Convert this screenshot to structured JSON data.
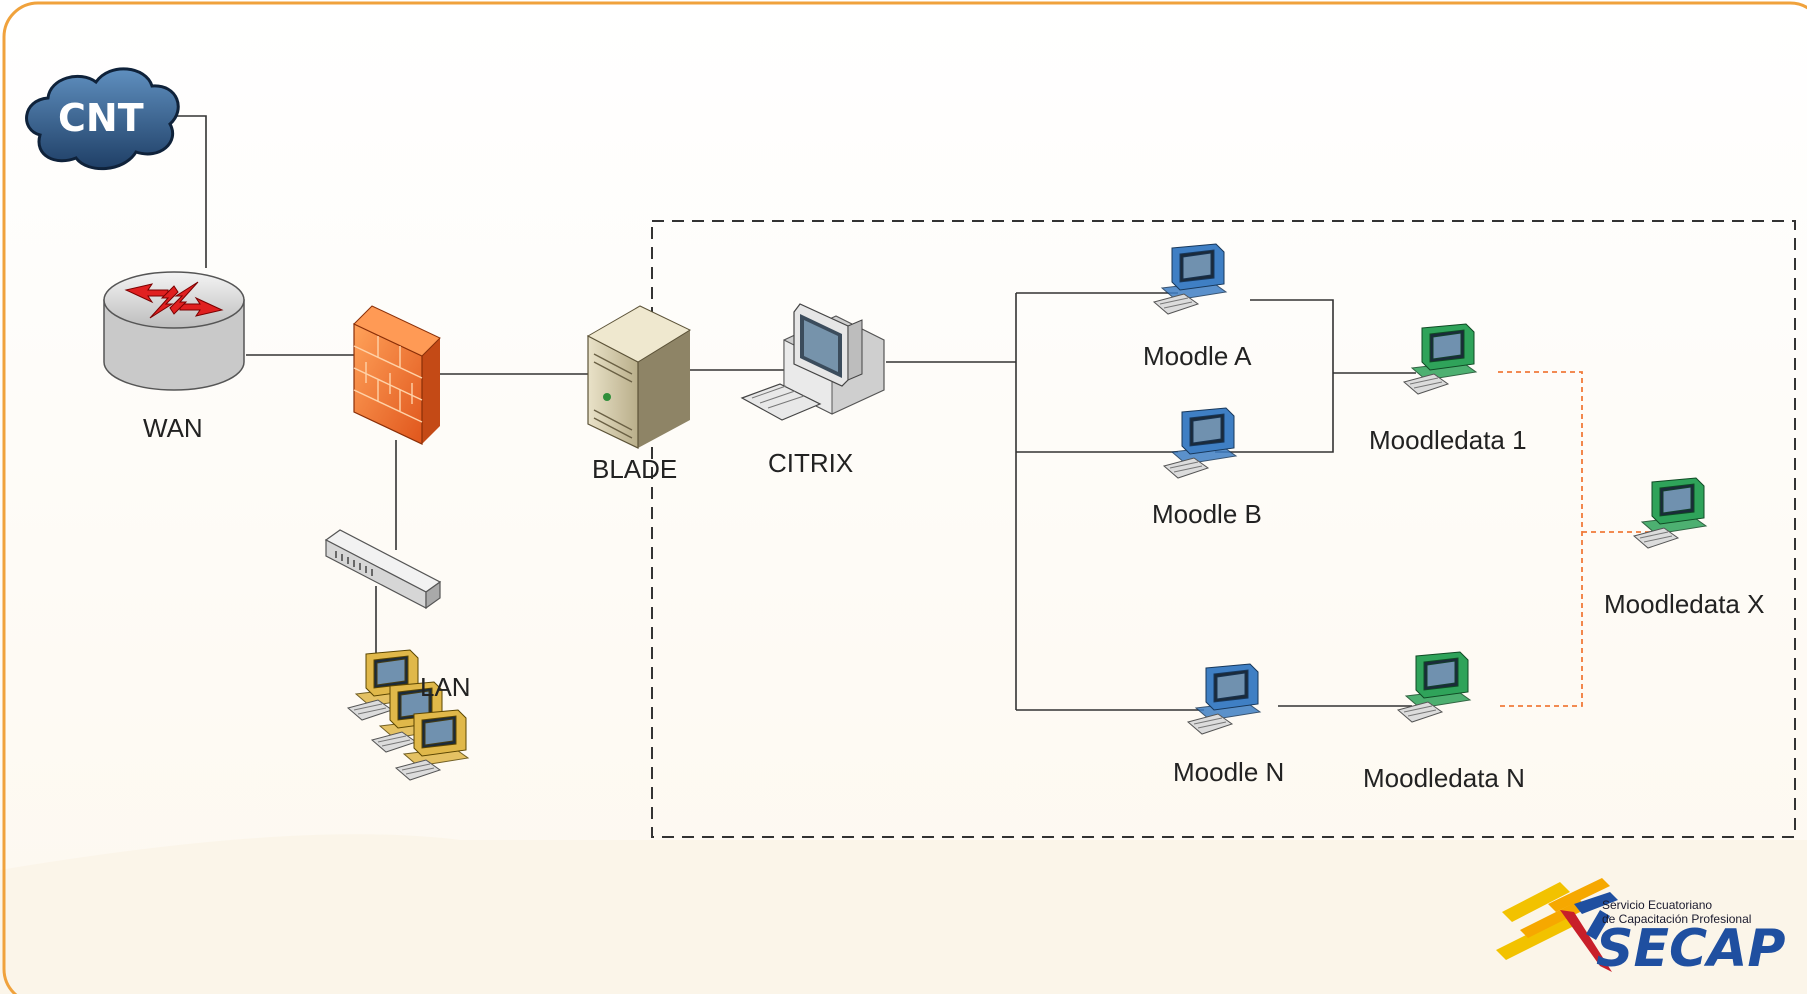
{
  "diagram": {
    "cloud_label": "CNT",
    "nodes": {
      "wan": "WAN",
      "blade": "BLADE",
      "citrix": "CITRIX",
      "lan": "LAN",
      "moodle_a": "Moodle A",
      "moodle_b": "Moodle B",
      "moodle_n": "Moodle N",
      "moodledata_1": "Moodledata 1",
      "moodledata_n": "Moodledata N",
      "moodledata_x": "Moodledata X"
    }
  },
  "logo": {
    "line1": "Servicio Ecuatoriano",
    "line2": "de Capacitación Profesional",
    "name": "SECAP"
  },
  "colors": {
    "frame": "#f0a23c",
    "link": "#333333",
    "data_link": "#f07a3a",
    "moodle_pc": "#3f7fc4",
    "data_pc": "#2fa35a",
    "lan_pc": "#e0b84a"
  }
}
